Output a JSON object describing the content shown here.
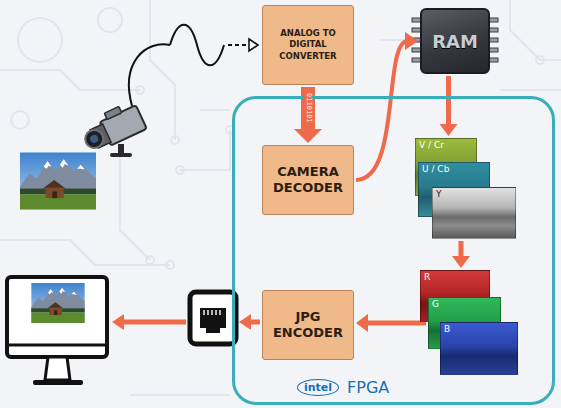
{
  "diagram": {
    "nodes": [
      {
        "text": [
          "ANALOG TO DIGITAL CONVERTER"
        ]
      },
      {
        "text": [
          "RAM"
        ]
      },
      {
        "text": [
          "intel",
          "FPGA"
        ]
      },
      {
        "text": [
          "CAMERA DECODER"
        ],
        "in": 2
      },
      {
        "text": [
          "V / Cr"
        ],
        "in": 2
      },
      {
        "text": [
          "U / Cb"
        ],
        "in": 2
      },
      {
        "text": [
          "Y"
        ],
        "in": 2
      },
      {
        "text": [
          "R"
        ],
        "in": 2
      },
      {
        "text": [
          "G"
        ],
        "in": 2
      },
      {
        "text": [
          "B"
        ],
        "in": 2
      },
      {
        "text": [
          "JPG ENCODER"
        ],
        "in": 2
      }
    ],
    "edges": [
      {
        "from": 0,
        "to": 3,
        "arrow": "to",
        "label": "0110101"
      },
      {
        "from": 3,
        "to": 1,
        "arrow": "to"
      },
      {
        "from": 1,
        "to": 4,
        "arrow": "to"
      },
      {
        "from": 6,
        "to": 7,
        "arrow": "to"
      },
      {
        "from": 8,
        "to": 10,
        "arrow": "to"
      }
    ]
  }
}
